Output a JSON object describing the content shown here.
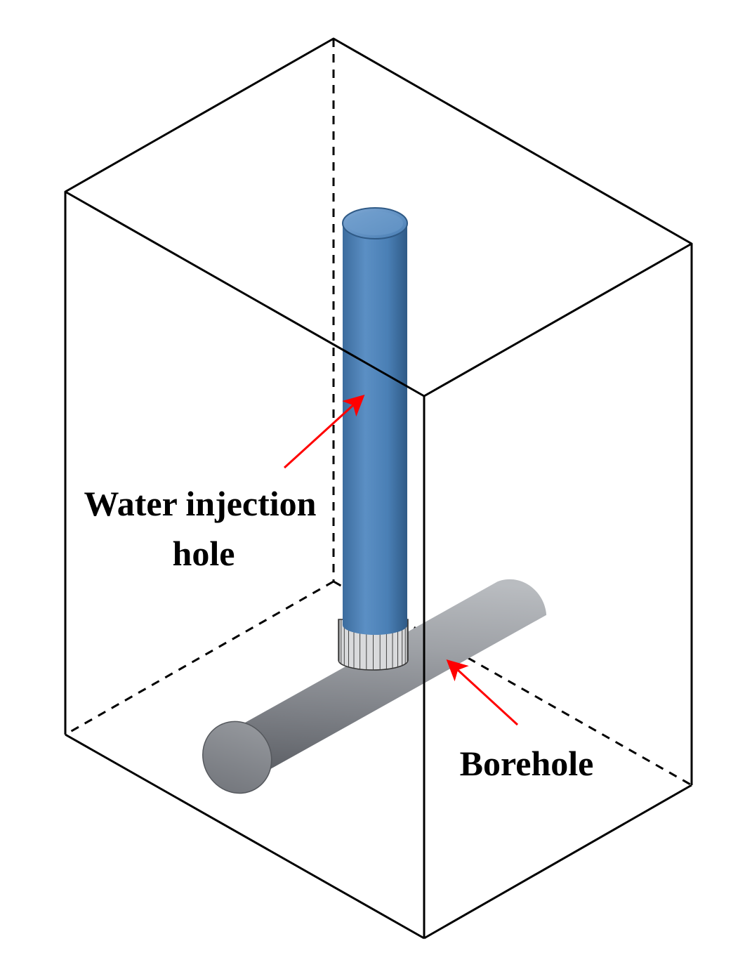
{
  "labels": {
    "water_injection_hole_line1": "Water injection",
    "water_injection_hole_line2": "hole",
    "borehole": "Borehole"
  },
  "colors": {
    "box_edge": "#000000",
    "water_hole_fill": "#4a7fb5",
    "borehole_fill": "#8a8d92",
    "arrow": "#ff0000",
    "background": "#ffffff"
  }
}
